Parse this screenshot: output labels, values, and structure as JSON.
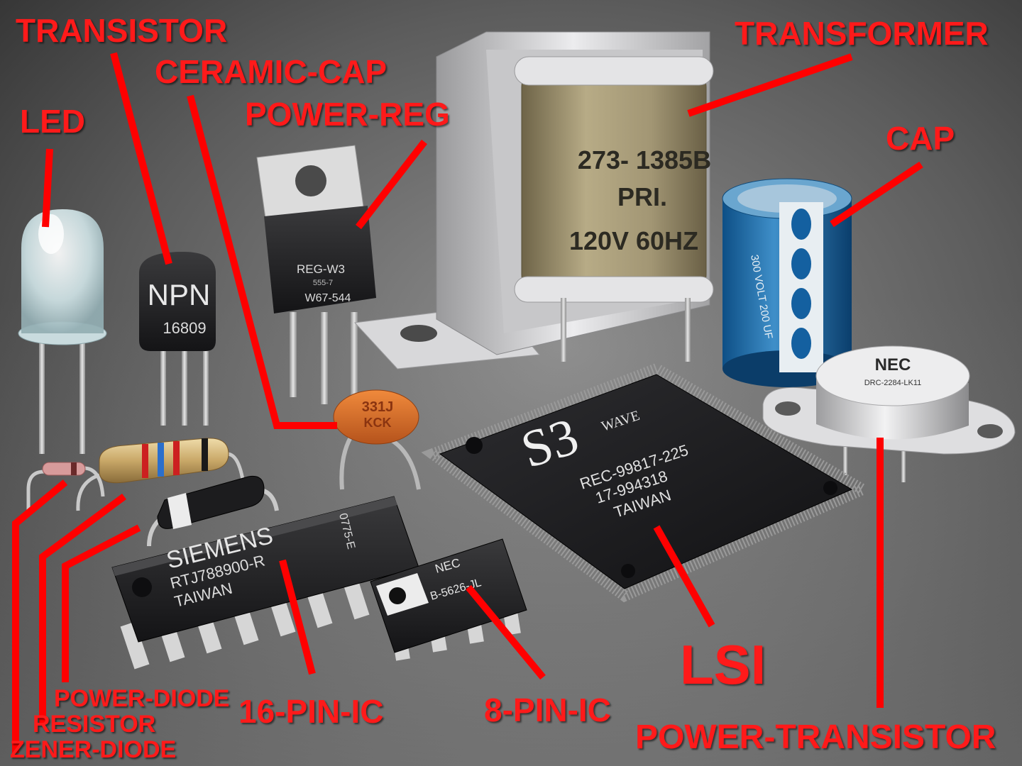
{
  "colors": {
    "label": "#ff1a1a",
    "leader": "#ff0000"
  },
  "labels": {
    "transistor": "TRANSISTOR",
    "led": "LED",
    "ceramic_cap": "CERAMIC-CAP",
    "power_reg": "POWER-REG",
    "transformer": "TRANSFORMER",
    "cap": "CAP",
    "power_diode": "POWER-DIODE",
    "resistor": "RESISTOR",
    "zener_diode": "ZENER-DIODE",
    "pin16_ic": "16-PIN-IC",
    "pin8_ic": "8-PIN-IC",
    "lsi": "LSI",
    "power_transistor": "POWER-TRANSISTOR"
  },
  "markings": {
    "npn_type": "NPN",
    "npn_code": "16809",
    "reg_part": "REG-W3",
    "reg_sub": "555-7",
    "reg_code": "W67-544",
    "xfmr_part": "273- 1385B",
    "xfmr_pri": "PRI.",
    "xfmr_rating": "120V  60HZ",
    "cap_rating": "300 VOLT 200 UF",
    "ceramic_line1": "331J",
    "ceramic_line2": "KCK",
    "lsi_logo": "S3",
    "lsi_wave": "WAVE",
    "lsi_part": "REC-99817-225",
    "lsi_code": "17-994318",
    "lsi_origin": "TAIWAN",
    "pt_brand": "NEC",
    "pt_part": "DRC-2284-LK11",
    "ic16_brand": "SIEMENS",
    "ic16_part": "RTJ788900-R",
    "ic16_origin": "TAIWAN",
    "ic16_side": "0775-E",
    "ic8_brand": "NEC",
    "ic8_part": "B-5626-JL"
  }
}
